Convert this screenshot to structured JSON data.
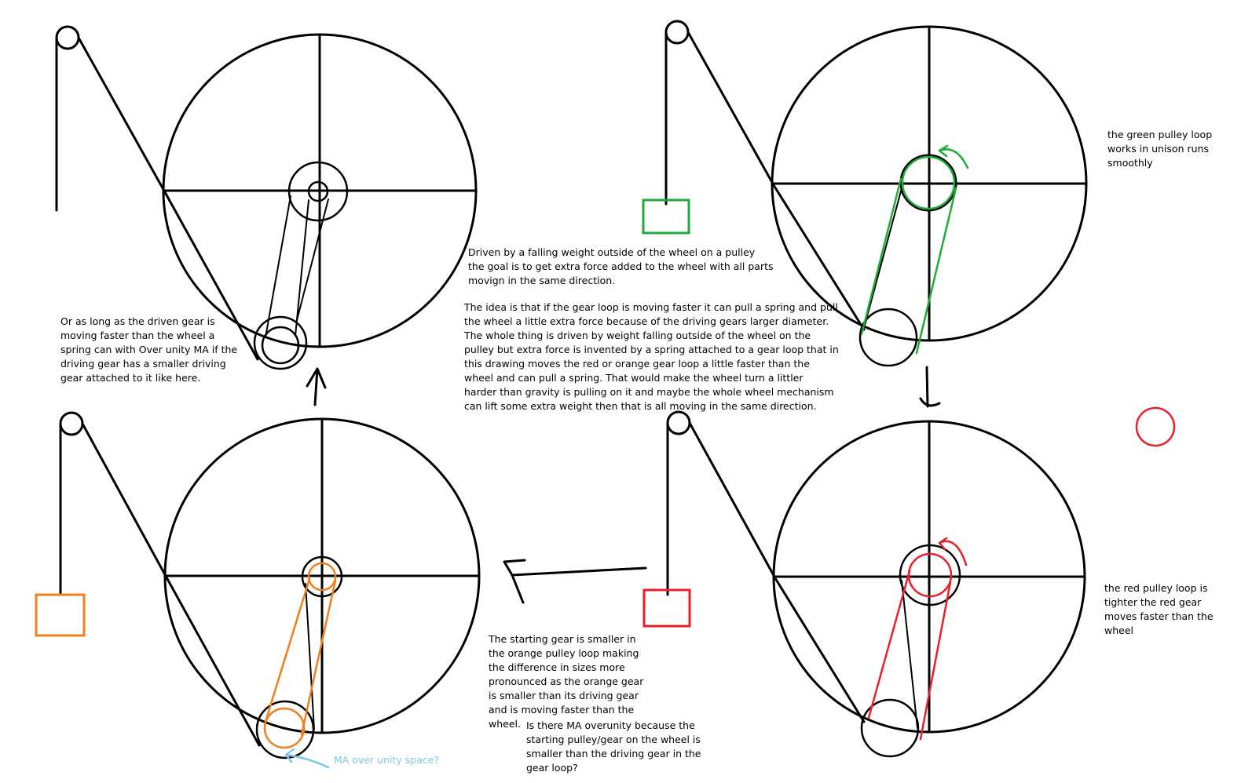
{
  "colors": {
    "ink": "#000000",
    "green": "#22aa3a",
    "red": "#e8202a",
    "orange": "#f07f1e",
    "light_blue": "#7fc7e6"
  },
  "notes": {
    "main_p1": "Driven by a falling weight outside of the wheel on a pulley\nthe goal is to get extra force added to the wheel with all parts\nmovign in the same direction.",
    "main_p2": "The idea is that if the gear loop is moving faster it can pull a spring and pull\nthe wheel a little extra force because of the driving gears larger diameter.\nThe whole thing is driven by weight falling outside of the wheel on the\npulley but extra force is invented by a spring attached to a gear loop that in\nthis drawing moves the red or orange gear loop a little faster than the\nwheel and can pull a spring.  That would make the wheel turn a littler\nharder than gravity is pulling on it and maybe the whole wheel mechanism\ncan lift some extra weight then that is all moving in the same direction.",
    "driven_gear": "Or as long as the driven gear is\nmoving faster than the wheel a\nspring can with Over unity MA if the\ndriving gear has a smaller driving\ngear attached to it like here.",
    "green_loop": "the green pulley loop\nworks in unison runs\nsmoothly",
    "red_loop": "the red pulley loop is\ntighter the red gear\nmoves faster than the\nwheel",
    "orange_loop": "The starting gear is smaller in\nthe orange pulley loop making\nthe difference in sizes more\npronounced as the orange gear\nis smaller than its driving gear\nand is moving faster than the\nwheel.",
    "overunity_question": "Is there MA overunity because the\nstarting pulley/gear on the wheel is\nsmaller than the driving gear in the\ngear loop?",
    "ma_space": "MA over unity space?"
  }
}
